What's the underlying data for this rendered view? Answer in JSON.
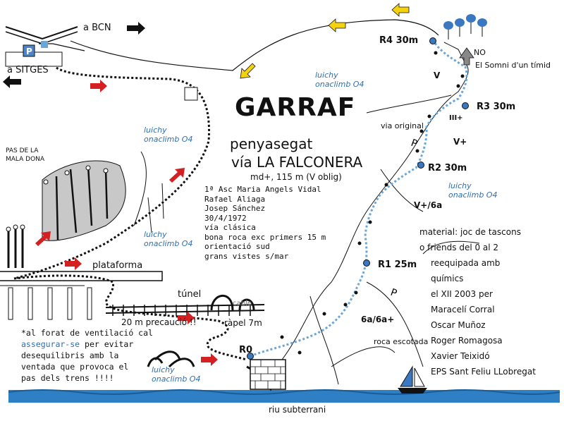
{
  "directions": {
    "barcelona": "a BCN",
    "sitges": "a SITGES"
  },
  "area": "GARRAF",
  "cliff": "penyasegat",
  "route_prefix": "vía",
  "route_name": "LA FALCONERA",
  "route_grade": "md+, 115 m (V oblig)",
  "route_info": [
    "1ª Asc Maria Angels Vidal",
    "Rafael Aliaga",
    "Josep Sánchez",
    "30/4/1972",
    "vía clásica",
    "bona roca exc primers 15 m",
    "orientació sud",
    "grans vistes s/mar"
  ],
  "material": [
    "material: joc de tascons",
    "o friends del 0 al 2"
  ],
  "reequip": [
    "reequipada amb",
    "químics",
    "el XII 2003 per",
    "Maracelí Corral",
    "Oscar Muñoz",
    "Roger Romagosa",
    "Xavier Teixidó",
    "EPS Sant Feliu LLobregat"
  ],
  "author_tag": [
    "luichy",
    "onaclimb O4"
  ],
  "places": {
    "pas_mala_dona": [
      "PAS DE LA",
      "MALA DONA"
    ],
    "plataforma": "plataforma",
    "tunel": "túnel",
    "precaucio": "20 m precaució !!",
    "rapel": "ràpel 7m",
    "roca_escotada": "roca escotada",
    "riu": "riu subterrani",
    "via_original": "via original",
    "no": "NO",
    "somni": "El Somni d'un tímid",
    "cable": "cable"
  },
  "note": {
    "part1": "*al forat de ventilació cal",
    "highlight": "assegurar-se",
    "part2": " per evitar",
    "line3": "desequilibris amb la",
    "line4": "ventada que provoca el",
    "line5": "pas dels trens !!!!"
  },
  "belays": {
    "r0": "R0",
    "r1": "R1 25m",
    "r2": "R2 30m",
    "r3": "R3 30m",
    "r4": "R4 30m"
  },
  "grades": {
    "g1": "6a/6a+",
    "g2": "V+/6a",
    "g3": "V+",
    "g4": "III+",
    "g5": "V"
  },
  "colors": {
    "route": "#6aa6d6",
    "arrow_red": "#d42020",
    "arrow_yellow": "#f5d20f",
    "sea": "#2e7fc4",
    "blue_text": "#2f6fb0",
    "tree": "#3a78c2"
  }
}
